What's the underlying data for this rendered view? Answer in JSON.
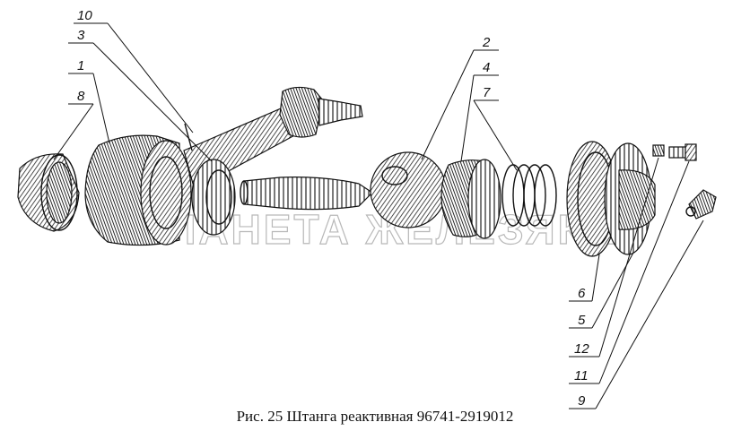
{
  "caption": "Рис. 25 Штанга реактивная 96741-2919012",
  "watermark": "ПЛАНЕТА ЖЕЛЕЗЯКА",
  "callouts": [
    "1",
    "2",
    "3",
    "4",
    "5",
    "6",
    "7",
    "8",
    "9",
    "10",
    "11",
    "12"
  ]
}
